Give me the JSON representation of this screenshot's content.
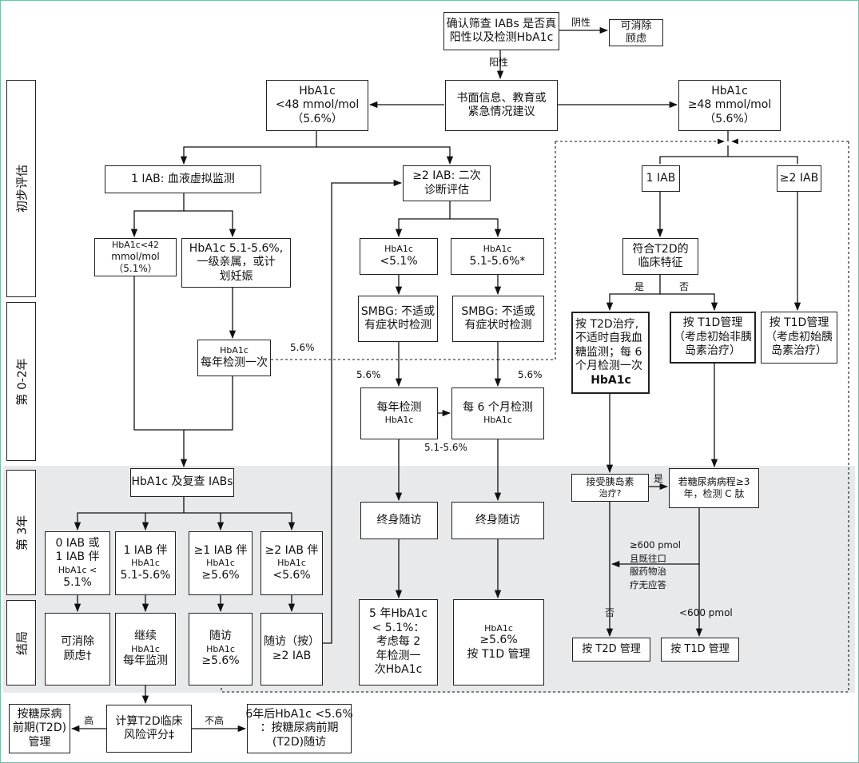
{
  "phases": [
    "初步评估",
    "第 0-2年",
    "第 3年",
    "结局"
  ],
  "nodes": {
    "confirm": [
      "确认筛查 IABs 是否真",
      "阳性以及检测HbA1c"
    ],
    "exclude": [
      "可消除",
      "顾虑"
    ],
    "info": [
      "书面信息、教育或",
      "紧急情况建议"
    ],
    "lt48": [
      "HbA1c",
      "<48 mmol/mol",
      "（5.6%）"
    ],
    "ge48": [
      "HbA1c",
      "≥48 mmol/mol",
      "（5.6%）"
    ],
    "iab1_left": [
      "1 IAB: 血液虚拟监测"
    ],
    "iab2_mid": [
      "≥2 IAB: 二次",
      "诊断评估"
    ],
    "hba1c_lt42": [
      "HbA1c<42",
      "mmol/mol",
      "（5.1%）"
    ],
    "hba1c_51_56_family": [
      "HbA1c 5.1-5.6%,",
      "一级亲属，或计",
      "划妊娠"
    ],
    "mid_lt51": [
      "HbA1c",
      "<5.1%"
    ],
    "mid_51_56": [
      "HbA1c",
      "5.1-5.6%*"
    ],
    "smbg1": [
      "SMBG: 不适或",
      "有症状时检测"
    ],
    "smbg2": [
      "SMBG: 不适或",
      "有症状时检测"
    ],
    "annual_left": [
      "HbA1c",
      "每年检测一次"
    ],
    "annual_mid": [
      "每年检测",
      "HbA1c"
    ],
    "six_month": [
      "每 6 个月检测",
      "HbA1c"
    ],
    "iab1_right": [
      "1 IAB"
    ],
    "iab2_right": [
      "≥2 IAB"
    ],
    "t2d_features": [
      "符合T2D的",
      "临床特征"
    ],
    "t2d_treat": [
      "按 T2D治疗,",
      "不适时自我血",
      "糖监测；每 6",
      "个月检测一次",
      "HbA1c"
    ],
    "t1d_mgmt_noninsulin": [
      "按 T1D管理",
      "（考虑初始非胰",
      "岛素治疗）"
    ],
    "t1d_mgmt_right": [
      "按 T1D管理",
      "（考虑初始胰",
      "岛素治疗）"
    ],
    "recheck": [
      "HbA1c 及复查 IABs"
    ],
    "y3_a": [
      "0 IAB 或",
      "1 IAB 伴",
      "HbA1c <",
      "5.1%"
    ],
    "y3_b": [
      "1 IAB 伴",
      "HbA1c",
      "5.1-5.6%"
    ],
    "y3_c": [
      "≥1 IAB 伴",
      "HbA1c",
      "≥5.6%"
    ],
    "y3_d": [
      "≥2 IAB 伴",
      "HbA1c",
      "<5.6%"
    ],
    "lifelong1": [
      "终身随访"
    ],
    "lifelong2": [
      "终身随访"
    ],
    "insulin_q": [
      "接受胰岛素",
      "治疗?"
    ],
    "c_peptide": [
      "若糖尿病病程≥3",
      "年，检测 C 肽"
    ],
    "cpep_high": [
      "≥600 pmol",
      "且既往口",
      "服药物治",
      "疗无应答"
    ],
    "out_a": [
      "可消除",
      "顾虑†"
    ],
    "out_b": [
      "继续",
      "HbA1c",
      "每年监测"
    ],
    "out_c": [
      "随访",
      "HbA1c",
      "≥5.6%"
    ],
    "out_d": [
      "随访（按）",
      "≥2 IAB"
    ],
    "out_mid1": [
      "5 年HbA1c",
      "< 5.1%：",
      "考虑每 2",
      "年检测一",
      "次HbA1c"
    ],
    "out_mid2": [
      "HbA1c",
      "≥5.6%",
      "按 T1D 管理"
    ],
    "t2d_final": [
      "按 T2D 管理"
    ],
    "t1d_final": [
      "按 T1D 管理"
    ],
    "prediabetes_mgmt": [
      "按糖尿病",
      "前期(T2D)",
      "管理"
    ],
    "calc_risk": [
      "计算T2D临床",
      "风险评分‡"
    ],
    "six_year": [
      "6年后HbA1c <5.6%",
      "：按糖尿病前期",
      "(T2D)随访"
    ]
  },
  "labels": {
    "negative": "阴性",
    "positive": "阳性",
    "yes": "是",
    "no": "否",
    "yes2": "是",
    "no2": "否",
    "pct1": "5.6%",
    "pct2": "5.6%",
    "pct3": "5.6%",
    "range": "5.1-5.6%",
    "lt600": "<600 pmol",
    "high": "高",
    "nothigh": "不高"
  }
}
